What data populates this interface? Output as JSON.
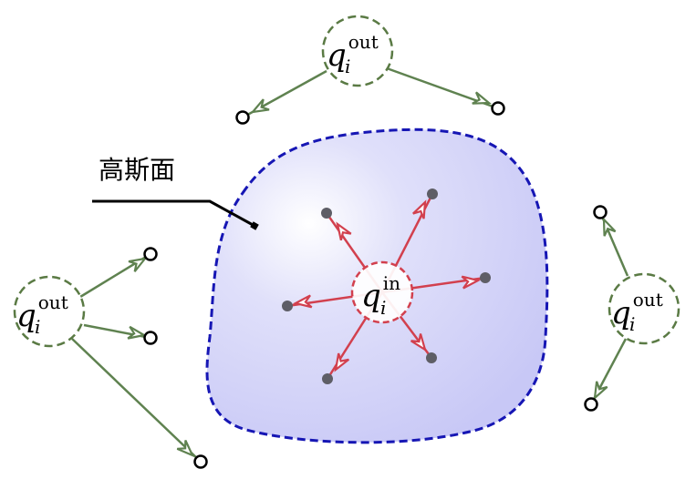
{
  "gaussian_surface_label": "高斯面",
  "charge_inside": {
    "base": "q",
    "subscript": "i",
    "superscript": "in"
  },
  "charge_outside": {
    "base": "q",
    "subscript": "i",
    "superscript": "out"
  },
  "colors": {
    "surface_fill": "#c8c8f6",
    "surface_outline": "#1616b4",
    "inner_charge_outline": "#d2404e",
    "inner_field_arrow": "#d2404e",
    "outer_charge_outline": "#5a7a44",
    "outer_field_arrow": "#5f8250",
    "inner_endpoint": "#5e5e66",
    "outer_endpoint": "#000000",
    "label_pointer": "#000000"
  }
}
